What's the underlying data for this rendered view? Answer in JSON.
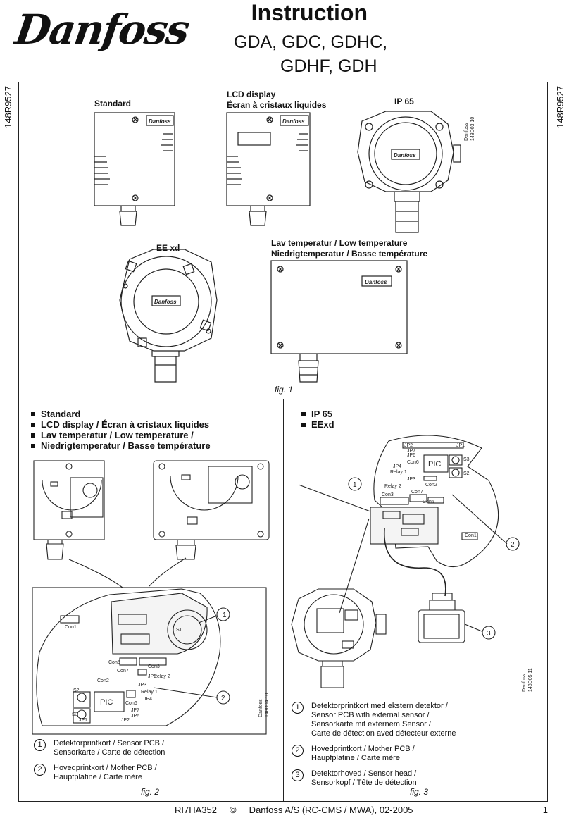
{
  "header": {
    "logo": "Danfoss",
    "title": "Instruction",
    "models_line1": "GDA, GDC, GDHC,",
    "models_line2": "GDHF, GDH",
    "doc_code": "148R9527"
  },
  "fig1": {
    "standard": "Standard",
    "lcd_line1": "LCD display",
    "lcd_line2": "Écran à cristaux liquides",
    "ip65": "IP 65",
    "eexd": "EE xd",
    "low_line1": "Lav temperatur / Low temperature",
    "low_line2": "Niedrigtemperatur / Basse température",
    "code_brand": "Danfoss",
    "code": "148D03.10",
    "device_logo": "Danfoss",
    "caption": "fig. 1"
  },
  "fig2": {
    "bullets": [
      "Standard",
      "LCD display / Écran à cristaux liquides",
      "Lav temperatur / Low temperature /",
      "Niedrigtemperatur / Basse température"
    ],
    "labels": {
      "con1": "Con1",
      "con2": "Con2",
      "con5": "Con5",
      "con6": "Con6",
      "con7": "Con7",
      "con3": "Con3",
      "s1": "S1",
      "s2": "S2",
      "s3": "S3",
      "pic": "PIC",
      "jp1": "JP1",
      "jp2": "JP2",
      "jp3": "JP3",
      "jp4": "JP4",
      "jp5": "JP5",
      "jp6": "JP6",
      "jp7": "JP7",
      "relay1": "Relay 1",
      "relay2": "Relay 2",
      "c1": "1",
      "c2": "2"
    },
    "code_brand": "Danfoss",
    "code": "148D04.10",
    "legend": [
      {
        "num": "1",
        "lines": [
          "Detektorprintkort / Sensor PCB /",
          "Sensorkarte / Carte de détection"
        ]
      },
      {
        "num": "2",
        "lines": [
          "Hovedprintkort / Mother PCB /",
          "Hauptplatine / Carte mère"
        ]
      }
    ],
    "caption": "fig. 2"
  },
  "fig3": {
    "bullets": [
      "IP 65",
      "EExd"
    ],
    "labels": {
      "pic": "PIC",
      "s2": "S2",
      "s3": "S3",
      "con1": "Con1",
      "con2": "Con2",
      "con3": "Con3",
      "con5": "Con5",
      "con6": "Con6",
      "con7": "Con7",
      "jp1": "JP1",
      "jp2": "JP2",
      "jp3": "JP3",
      "jp4": "JP4",
      "jp6": "JP6",
      "jp7": "JP7",
      "relay1": "Relay 1",
      "relay2": "Relay 2",
      "c1": "1",
      "c2": "2",
      "c3": "3"
    },
    "code_brand": "Danfoss",
    "code": "148D05.11",
    "legend": [
      {
        "num": "1",
        "lines": [
          "Detektorprintkort med ekstern detektor /",
          "Sensor PCB with external sensor /",
          "Sensorkarte mit externem Sensor /",
          "Carte de détection aved détecteur externe"
        ]
      },
      {
        "num": "2",
        "lines": [
          "Hovedprintkort / Mother PCB /",
          "Haupfplatine / Carte mère"
        ]
      },
      {
        "num": "3",
        "lines": [
          "Detektorhoved / Sensor head /",
          "Sensorkopf / Tête de détection"
        ]
      }
    ],
    "caption": "fig. 3"
  },
  "footer": {
    "text": "RI7HA352     ©     Danfoss A/S (RC-CMS / MWA), 02-2005",
    "page": "1"
  }
}
